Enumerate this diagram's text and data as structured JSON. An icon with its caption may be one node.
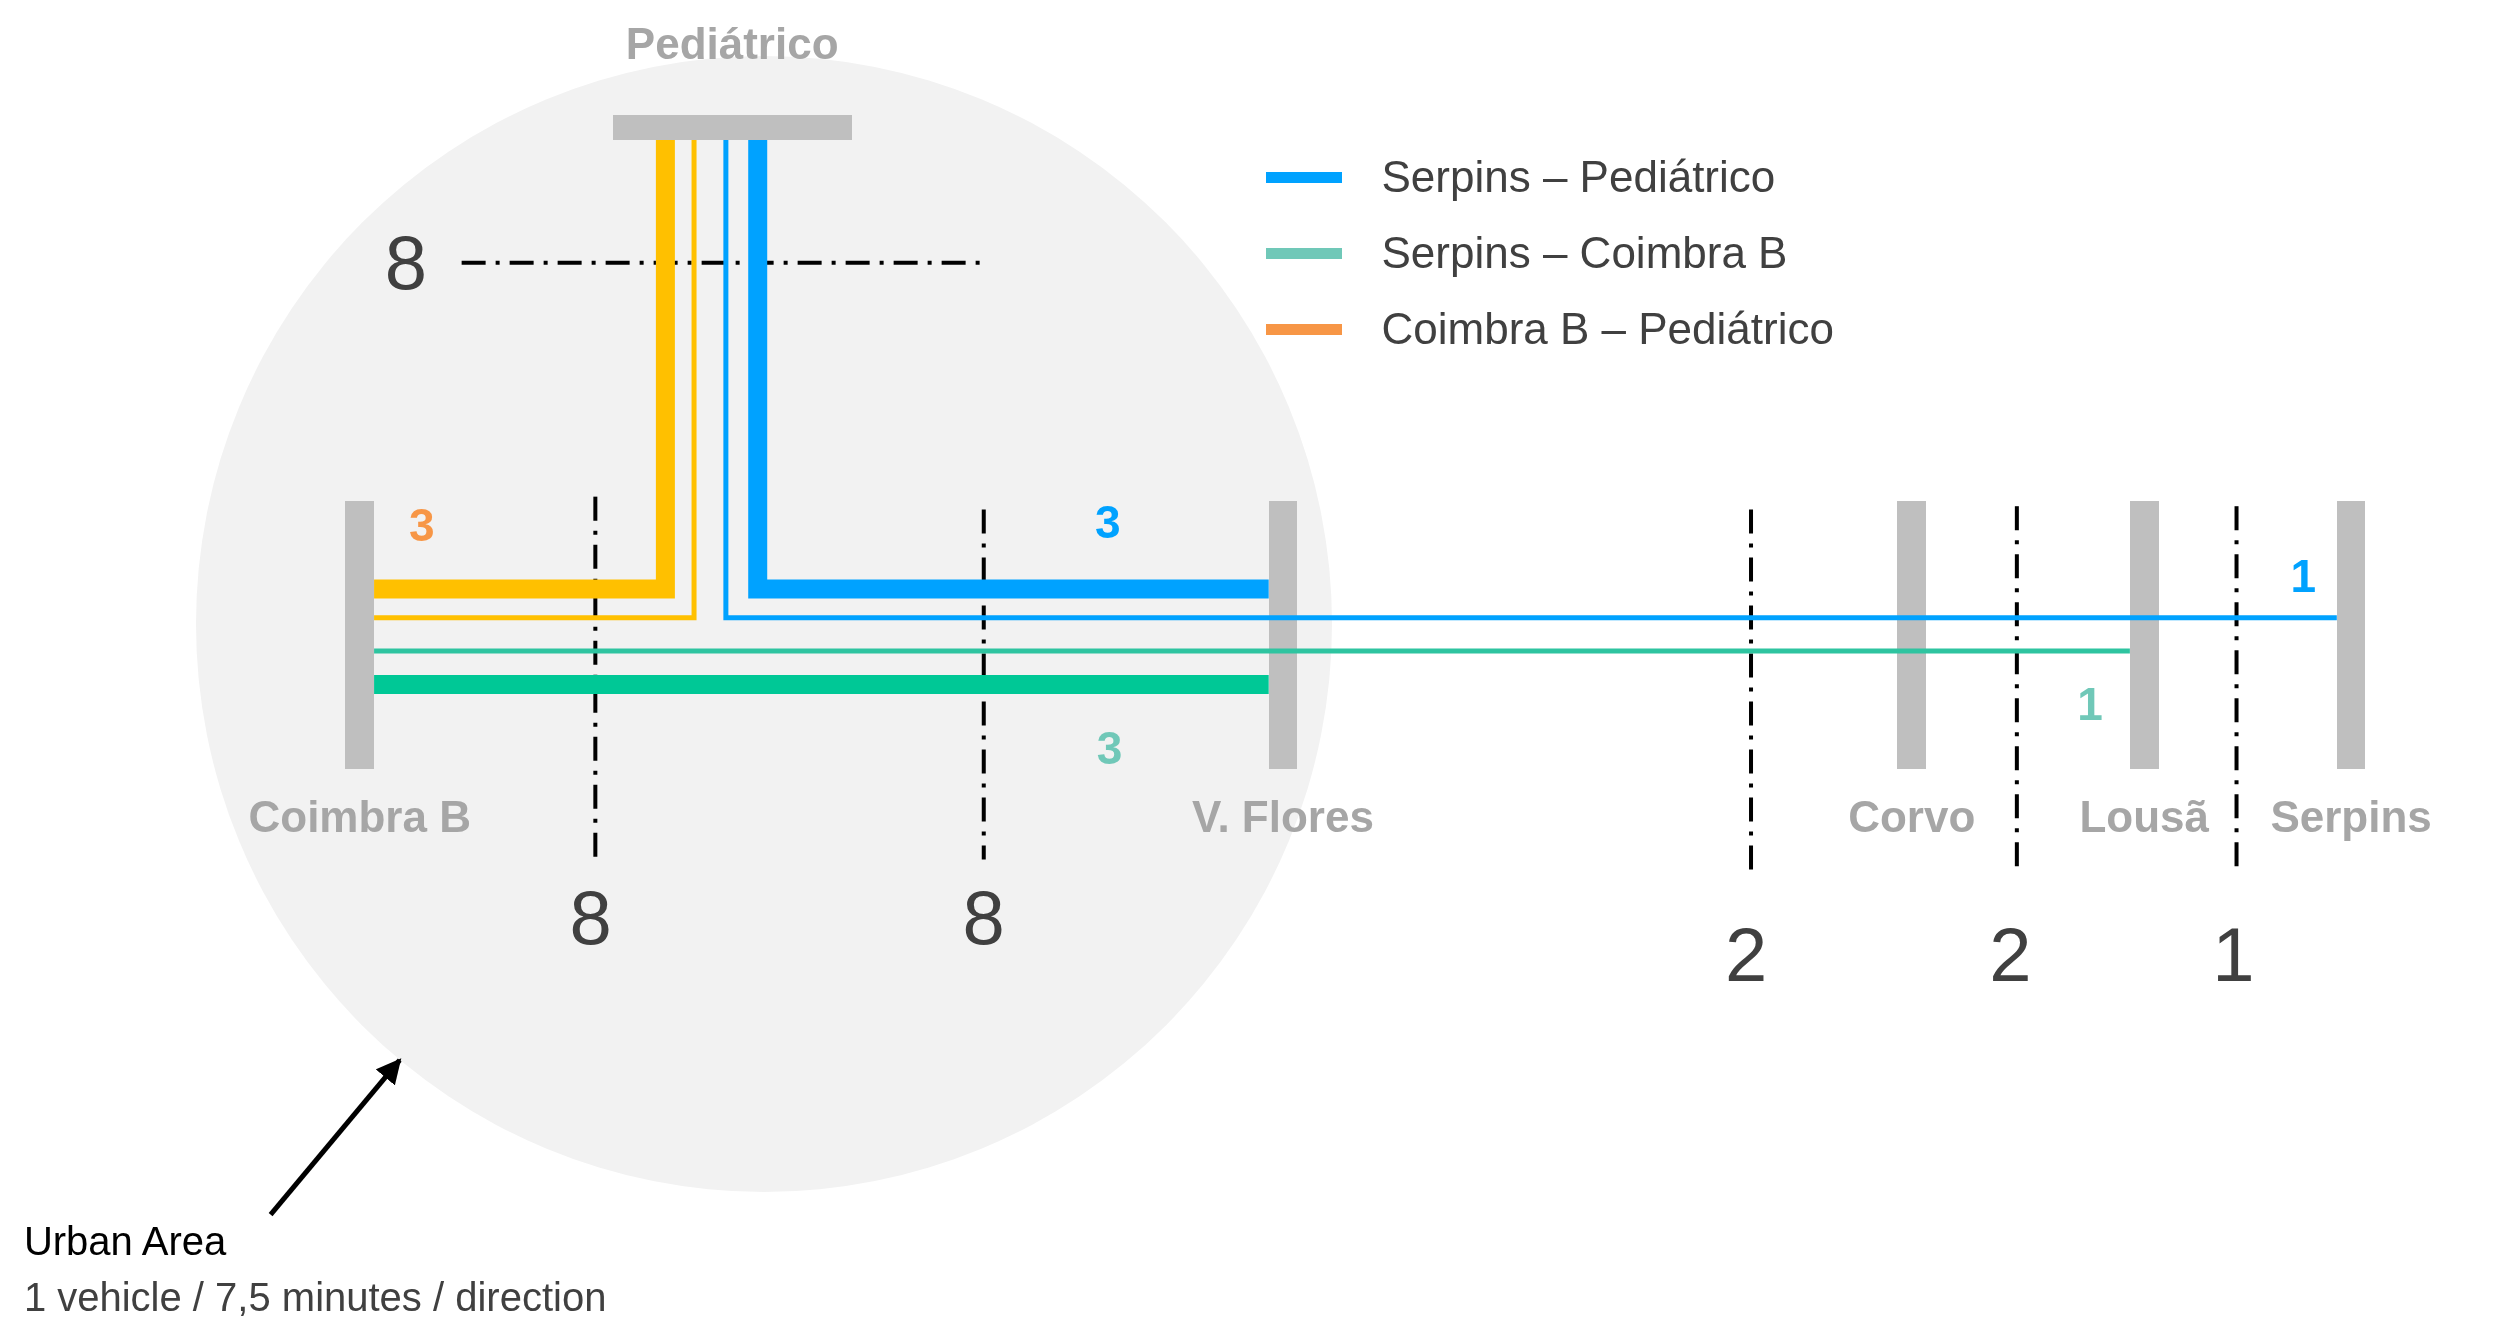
{
  "diagram": {
    "nodes": [
      {
        "text": [],
        "shape": "circle"
      },
      {
        "text": [
          "Pediátrico"
        ],
        "in": 0
      },
      {
        "text": [
          "Coimbra B"
        ],
        "in": 0
      },
      {
        "text": [
          "V. Flores"
        ],
        "in": 0
      },
      {
        "text": [
          "Corvo"
        ]
      },
      {
        "text": [
          "Lousã"
        ]
      },
      {
        "text": [
          "Serpins"
        ]
      },
      {
        "text": [
          "Urban Area",
          "1 vehicle / 7,5 minutes / direction"
        ]
      }
    ],
    "edges": [
      {
        "from": 2,
        "to": 1,
        "arrow": "none",
        "style": "thick",
        "color": "#ffc000",
        "label": "3"
      },
      {
        "from": 2,
        "to": 1,
        "arrow": "none",
        "color": "#ffc000"
      },
      {
        "from": 1,
        "to": 3,
        "arrow": "none",
        "style": "thick",
        "color": "#00a2ff",
        "label": "3"
      },
      {
        "from": 1,
        "to": 6,
        "arrow": "none",
        "color": "#00a2ff",
        "label": "1"
      },
      {
        "from": 2,
        "to": 5,
        "arrow": "none",
        "color": "#2ec4a0",
        "label": "1"
      },
      {
        "from": 2,
        "to": 3,
        "arrow": "none",
        "style": "thick",
        "color": "#00c896",
        "label": "3"
      },
      {
        "from": 7,
        "to": 0,
        "arrow": "to",
        "color": "#000000"
      }
    ],
    "labels": [
      "8",
      "8",
      "8",
      "2",
      "2",
      "1"
    ],
    "legend": [
      {
        "text": "Serpins – Pediátrico",
        "color": "#00a2ff"
      },
      {
        "text": "Serpins – Coimbra B",
        "color": "#70c8b8"
      },
      {
        "text": "Coimbra B – Pediátrico",
        "color": "#f79646"
      }
    ]
  }
}
